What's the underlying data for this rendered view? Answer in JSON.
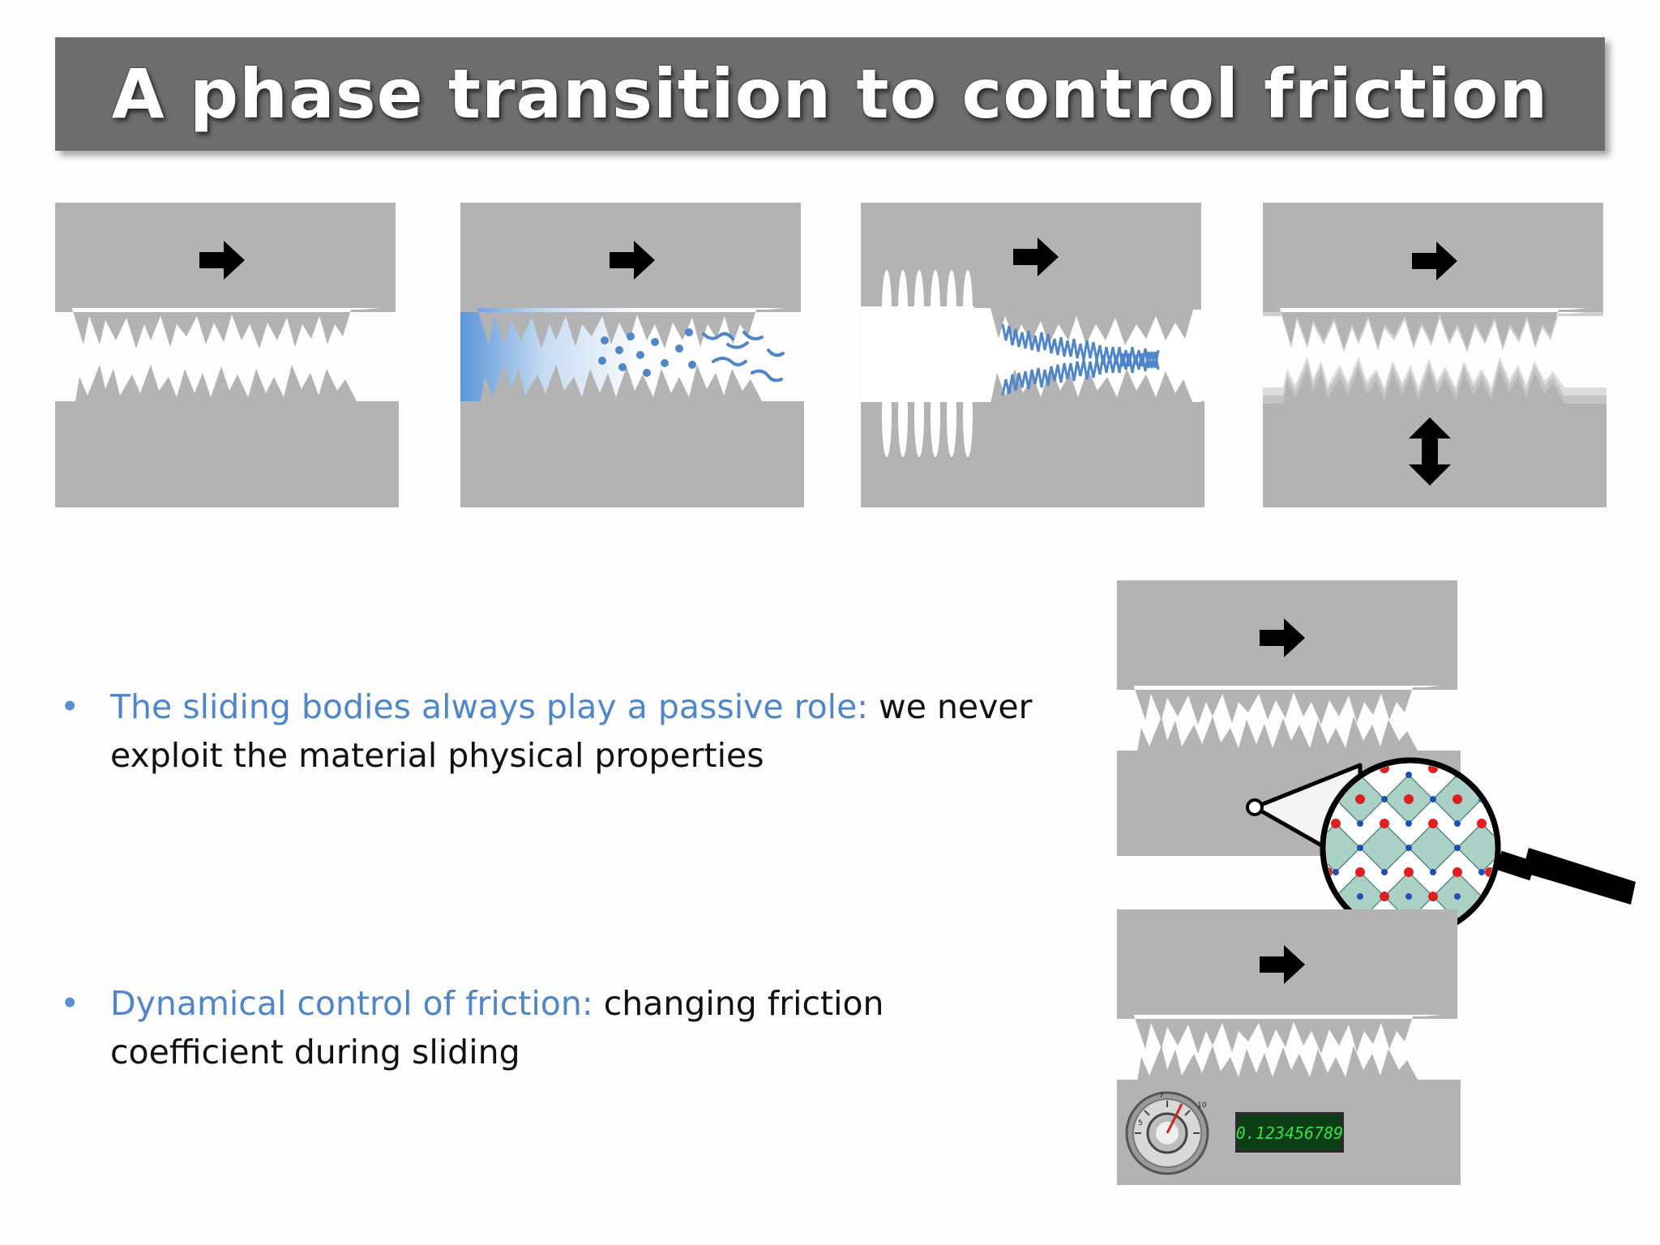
{
  "title": "A phase transition to control friction",
  "bullets": [
    {
      "highlight": "The sliding bodies always play a passive role:",
      "rest": " we never exploit the material physical properties"
    },
    {
      "highlight": "Dynamical control of friction:",
      "rest": " changing friction coefficient during sliding"
    }
  ],
  "display": {
    "readout": "0.123456789"
  },
  "dial": {
    "tick_labels": [
      "5",
      "7",
      "10"
    ]
  },
  "colors": {
    "block_gray": "#b3b3b4",
    "title_bg": "#6e6e6e",
    "accent_blue": "#4f86c9",
    "lattice_red": "#e02020",
    "lattice_blue": "#1f4fb0",
    "lattice_fill": "#8fc0b3",
    "display_bg": "#0d3d14",
    "display_text": "#33e14a"
  },
  "icons": [
    "right-arrow-icon",
    "vertical-double-arrow-icon",
    "magnifying-glass-icon",
    "knob-dial-icon"
  ]
}
